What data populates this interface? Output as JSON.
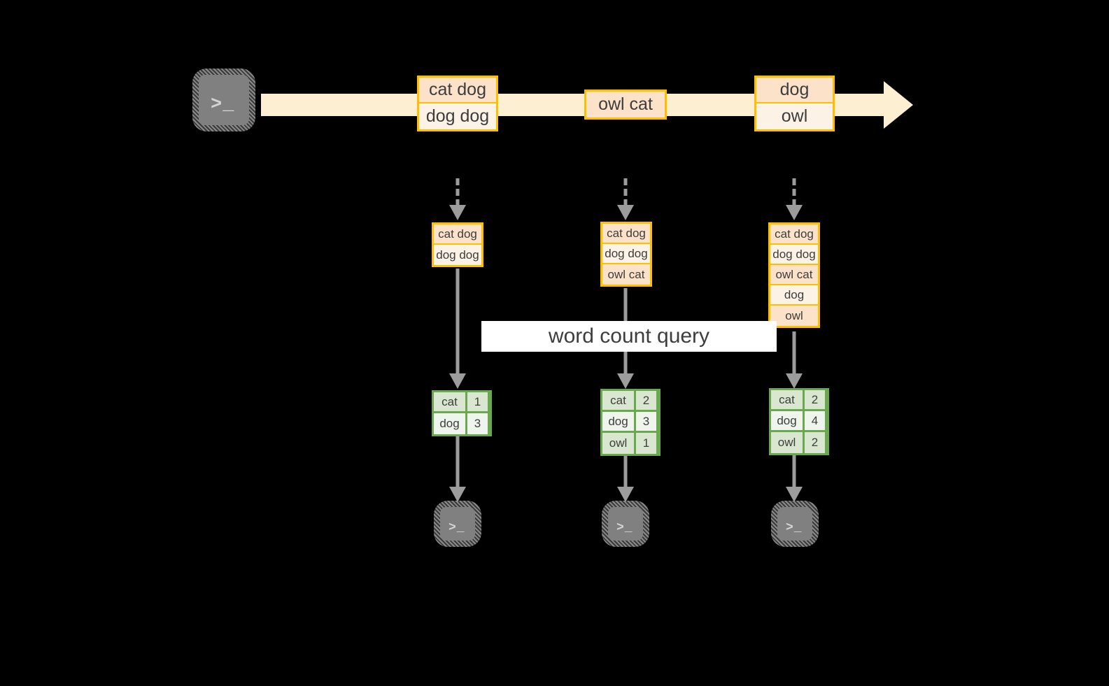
{
  "diagram": {
    "title": "",
    "colors": {
      "background": "#000000",
      "record_border": "#ffbf00",
      "record_fill_dark": "#fce2c8",
      "record_fill_light": "#fdf2e6",
      "timeline_arrow": "#fdf0d2",
      "result_border": "#6aa84f",
      "result_fill_dark": "#d9e7d0",
      "result_fill_light": "#eff4ec",
      "connector_arrow": "#9c9c9c",
      "terminal_fill": "#808080",
      "banner_fill": "#ffffff",
      "text": "#3d3d3d"
    },
    "query_label": "word count query",
    "source_terminal": {
      "icon": "terminal-icon",
      "prompt": ">_"
    },
    "timeline_records": [
      {
        "id": "t1",
        "lines": [
          "cat dog",
          "dog dog"
        ]
      },
      {
        "id": "t2",
        "lines": [
          "owl cat"
        ]
      },
      {
        "id": "t3",
        "lines": [
          "dog",
          "owl"
        ]
      }
    ],
    "snapshots": [
      {
        "id": "snapshot-1",
        "input_records": [
          "cat dog",
          "dog dog"
        ],
        "result": {
          "rows": [
            {
              "word": "cat",
              "count": "1"
            },
            {
              "word": "dog",
              "count": "3"
            }
          ]
        },
        "sink_terminal": {
          "icon": "terminal-icon",
          "prompt": ">_"
        }
      },
      {
        "id": "snapshot-2",
        "input_records": [
          "cat dog",
          "dog dog",
          "owl cat"
        ],
        "result": {
          "rows": [
            {
              "word": "cat",
              "count": "2"
            },
            {
              "word": "dog",
              "count": "3"
            },
            {
              "word": "owl",
              "count": "1"
            }
          ]
        },
        "sink_terminal": {
          "icon": "terminal-icon",
          "prompt": ">_"
        }
      },
      {
        "id": "snapshot-3",
        "input_records": [
          "cat dog",
          "dog dog",
          "owl cat",
          "dog",
          "owl"
        ],
        "result": {
          "rows": [
            {
              "word": "cat",
              "count": "2"
            },
            {
              "word": "dog",
              "count": "4"
            },
            {
              "word": "owl",
              "count": "2"
            }
          ]
        },
        "sink_terminal": {
          "icon": "terminal-icon",
          "prompt": ">_"
        }
      }
    ]
  }
}
